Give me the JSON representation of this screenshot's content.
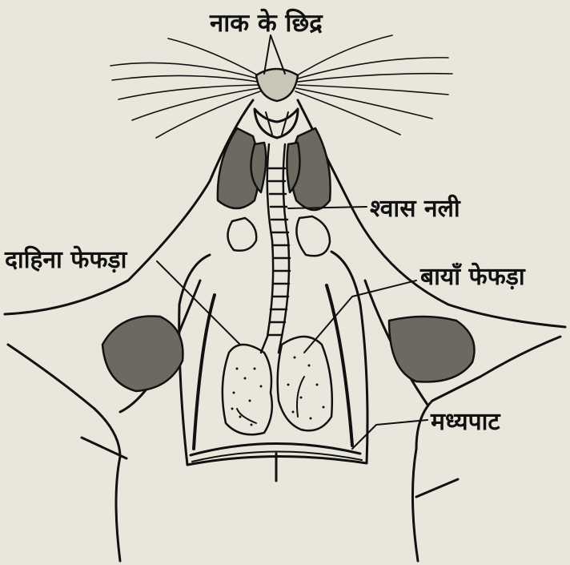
{
  "labels": {
    "nostrils": "नाक के छिद्र",
    "trachea": "श्वास नली",
    "right_lung": "दाहिना फेफड़ा",
    "left_lung": "बायाँ फेफड़ा",
    "diaphragm": "मध्यपाट"
  },
  "colors": {
    "background": "#e9e7dc",
    "ink": "#111111"
  }
}
